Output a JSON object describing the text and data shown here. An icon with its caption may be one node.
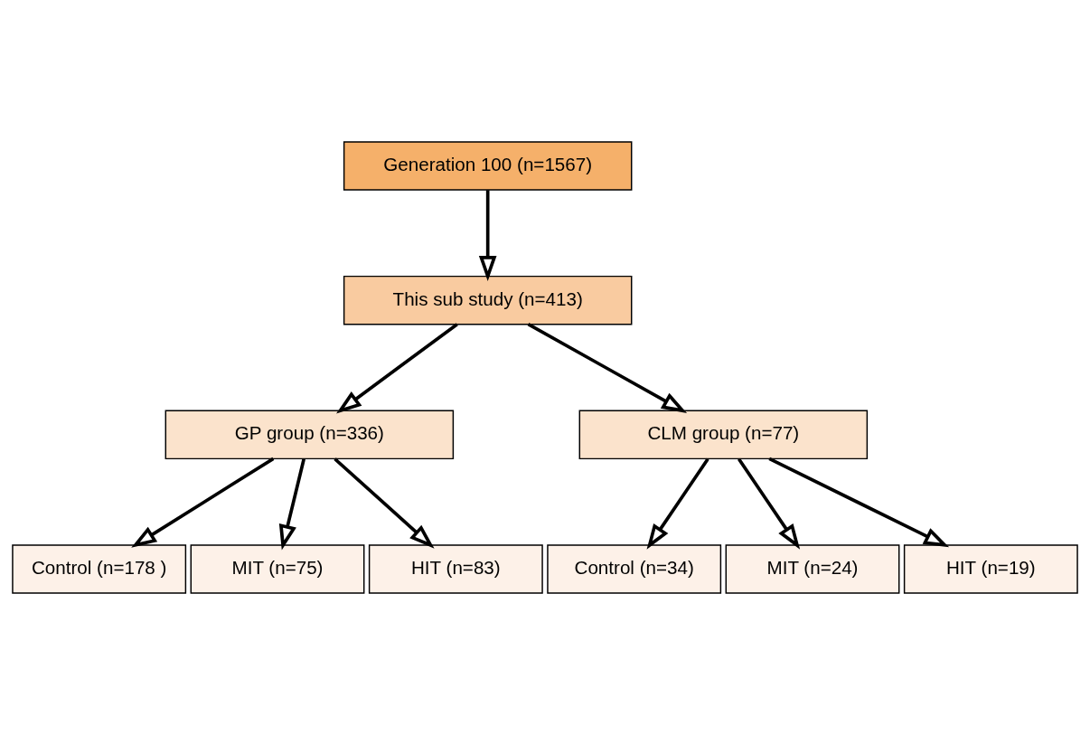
{
  "diagram": {
    "nodes": [
      {
        "text": [
          "Generation 100 (n=1567)"
        ]
      },
      {
        "text": [
          "This sub study (n=413)"
        ]
      },
      {
        "text": [
          "GP group (n=336)"
        ]
      },
      {
        "text": [
          "CLM group (n=77)"
        ]
      },
      {
        "text": [
          "Control (n=178 )"
        ]
      },
      {
        "text": [
          "MIT (n=75)"
        ]
      },
      {
        "text": [
          "HIT (n=83)"
        ]
      },
      {
        "text": [
          "Control (n=34)"
        ]
      },
      {
        "text": [
          "MIT (n=24)"
        ]
      },
      {
        "text": [
          "HIT (n=19)"
        ]
      }
    ],
    "edges": [
      {
        "from": 0,
        "to": 1,
        "arrow": "to"
      },
      {
        "from": 1,
        "to": 2,
        "arrow": "to"
      },
      {
        "from": 1,
        "to": 3,
        "arrow": "to"
      },
      {
        "from": 2,
        "to": 4,
        "arrow": "to"
      },
      {
        "from": 2,
        "to": 5,
        "arrow": "to"
      },
      {
        "from": 2,
        "to": 6,
        "arrow": "to"
      },
      {
        "from": 3,
        "to": 7,
        "arrow": "to"
      },
      {
        "from": 3,
        "to": 8,
        "arrow": "to"
      },
      {
        "from": 3,
        "to": 9,
        "arrow": "to"
      }
    ]
  }
}
